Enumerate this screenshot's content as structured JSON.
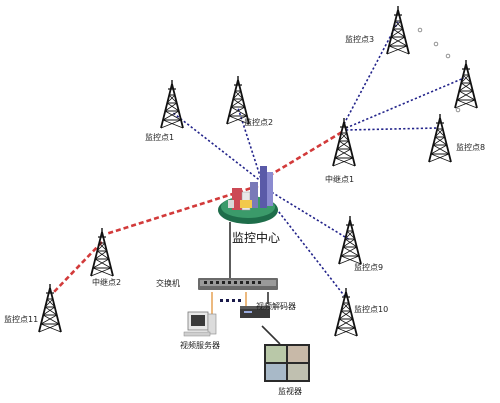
{
  "diagram": {
    "towers": {
      "monitor_point_1": "监控点1",
      "monitor_point_2": "监控点2",
      "monitor_point_3": "监控点3",
      "monitor_point_8": "监控点8",
      "monitor_point_9": "监控点9",
      "monitor_point_10": "监控点10",
      "monitor_point_11": "监控点11",
      "relay_point_1": "中继点1",
      "relay_point_2": "中继点2"
    },
    "center": {
      "label": "监控中心"
    },
    "devices": {
      "switch": "交换机",
      "video_decoder": "视频解码器",
      "video_server": "视频服务器",
      "monitor_wall": "监视器"
    }
  }
}
